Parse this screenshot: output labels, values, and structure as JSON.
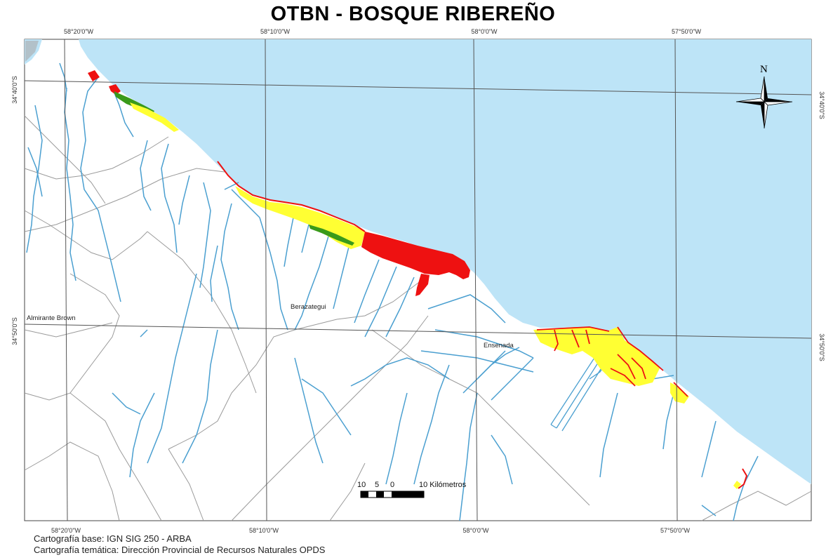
{
  "title": "OTBN - BOSQUE  RIBEREÑO",
  "graticule": {
    "longitudes_top": [
      "58°20'0\"W",
      "58°10'0\"W",
      "58°0'0\"W",
      "57°50'0\"W"
    ],
    "longitudes_bottom": [
      "58°20'0\"W",
      "58°10'0\"W",
      "58°0'0\"W",
      "57°50'0\"W"
    ],
    "latitudes_left": [
      "34°40'0\"S",
      "34°50'0\"S"
    ],
    "latitudes_right": [
      "34°40'0\"S",
      "34°50'0\"S"
    ]
  },
  "places": [
    "Almirante Brown",
    "Berazategui",
    "Ensenada"
  ],
  "north_label": "N",
  "scale": {
    "labels": [
      "10",
      "5",
      "0",
      "10 Kilómetros"
    ]
  },
  "credits": [
    "Cartografía base: IGN SIG 250 - ARBA",
    "Cartografía temática: Dirección Provincial de Recursos Naturales OPDS"
  ],
  "colors": {
    "water": "#bde4f7",
    "river": "#4a9fd0",
    "boundary": "#9a9a9a",
    "forest_red": "#ee1111",
    "forest_yellow": "#ffff33",
    "forest_green": "#3a9a1a",
    "graticule": "#555555"
  }
}
